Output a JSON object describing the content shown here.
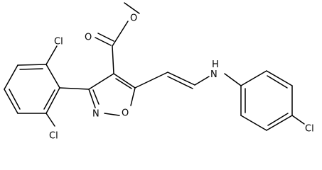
{
  "molecule": {
    "atoms": {
      "O_methoxy": "O",
      "O_carbonyl": "O",
      "Cl_top": "Cl",
      "Cl_bottom": "Cl",
      "Cl_para": "Cl",
      "NH": "H\nN",
      "N_ring": "N",
      "O_ring": "O"
    }
  }
}
